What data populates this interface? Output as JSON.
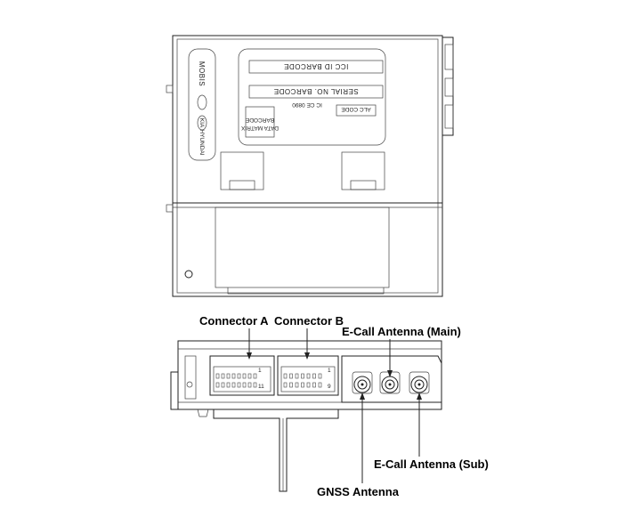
{
  "top_view": {
    "label_lines": [
      "ICC ID BARCODE",
      "SERIAL NO. BARCODE",
      "ALC CODE"
    ],
    "data_matrix_lines": [
      "DATA MATRIX",
      "BARCODE"
    ],
    "marks_text": "IC  CE  0890",
    "logo_texts": [
      "MOBIS",
      "HYUNDAI",
      "KIA"
    ]
  },
  "callouts": {
    "connector_a": "Connector A",
    "connector_b": "Connector B",
    "ecall_main": "E-Call Antenna (Main)",
    "ecall_sub": "E-Call Antenna (Sub)",
    "gnss": "GNSS Antenna"
  },
  "connector_pins": {
    "a_top": "1",
    "a_bottom": "11",
    "b_top": "1",
    "b_bottom": "9"
  }
}
